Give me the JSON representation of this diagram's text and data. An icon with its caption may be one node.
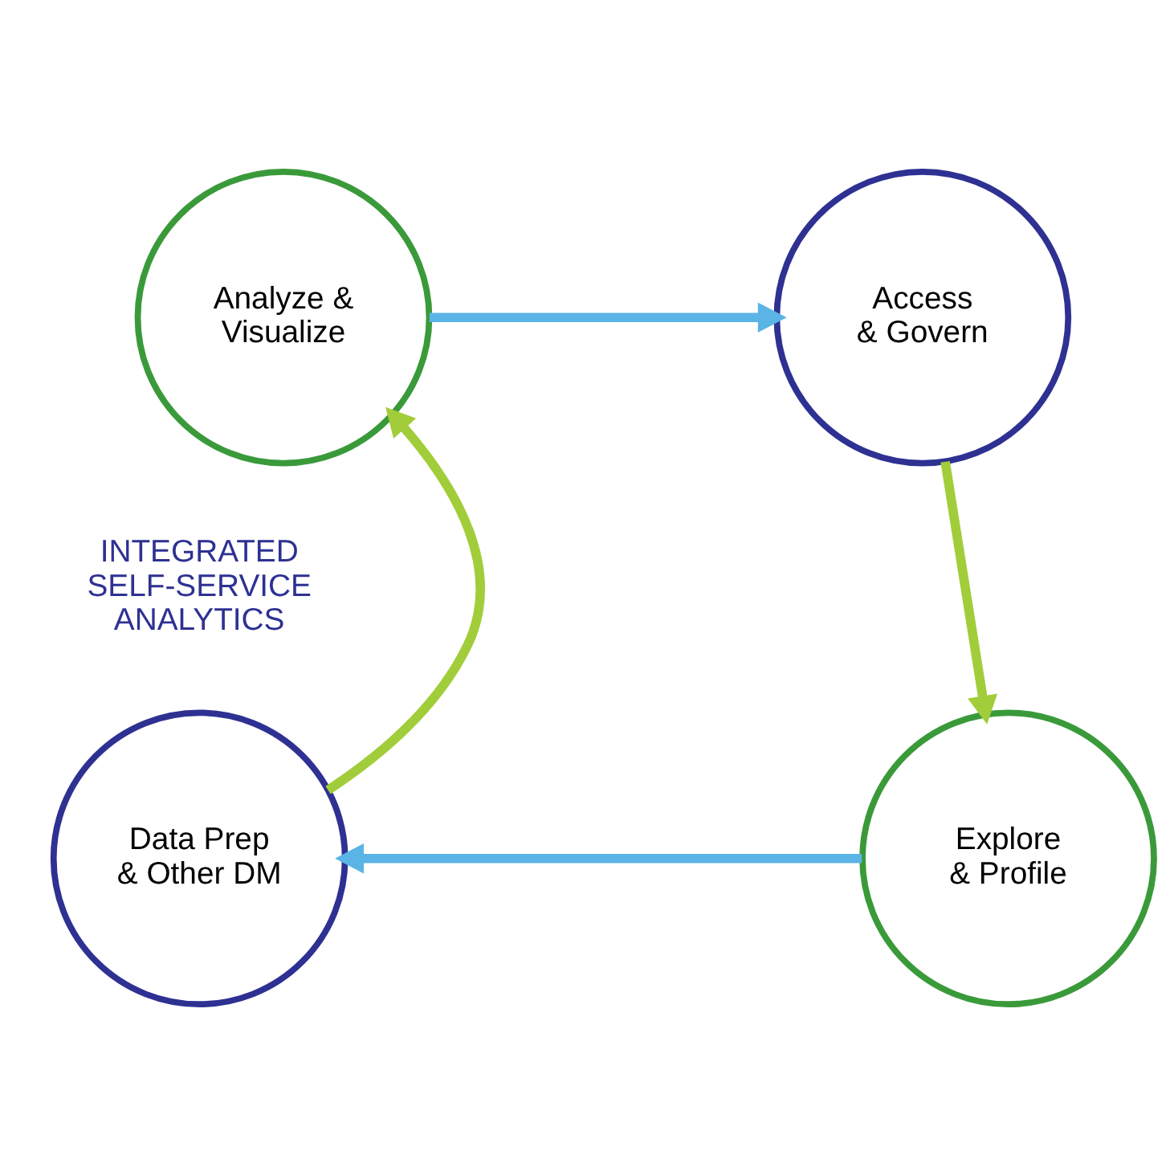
{
  "diagram": {
    "nodes": [
      {
        "text": [
          "Analyze & Visualize"
        ]
      },
      {
        "text": [
          "Access & Govern"
        ]
      },
      {
        "text": [
          "Explore & Profile"
        ]
      },
      {
        "text": [
          "Data Prep & Other DM"
        ]
      }
    ],
    "edges": [
      {
        "from": 0,
        "to": 1,
        "arrow": "to",
        "color": "#5ab4e6"
      },
      {
        "from": 1,
        "to": 2,
        "arrow": "to",
        "color": "#a2cd3a"
      },
      {
        "from": 2,
        "to": 3,
        "arrow": "to",
        "color": "#5ab4e6"
      },
      {
        "from": 3,
        "to": 0,
        "arrow": "to",
        "color": "#a2cd3a"
      }
    ],
    "labels": [
      "INTEGRATED SELF-SERVICE ANALYTICS"
    ]
  }
}
